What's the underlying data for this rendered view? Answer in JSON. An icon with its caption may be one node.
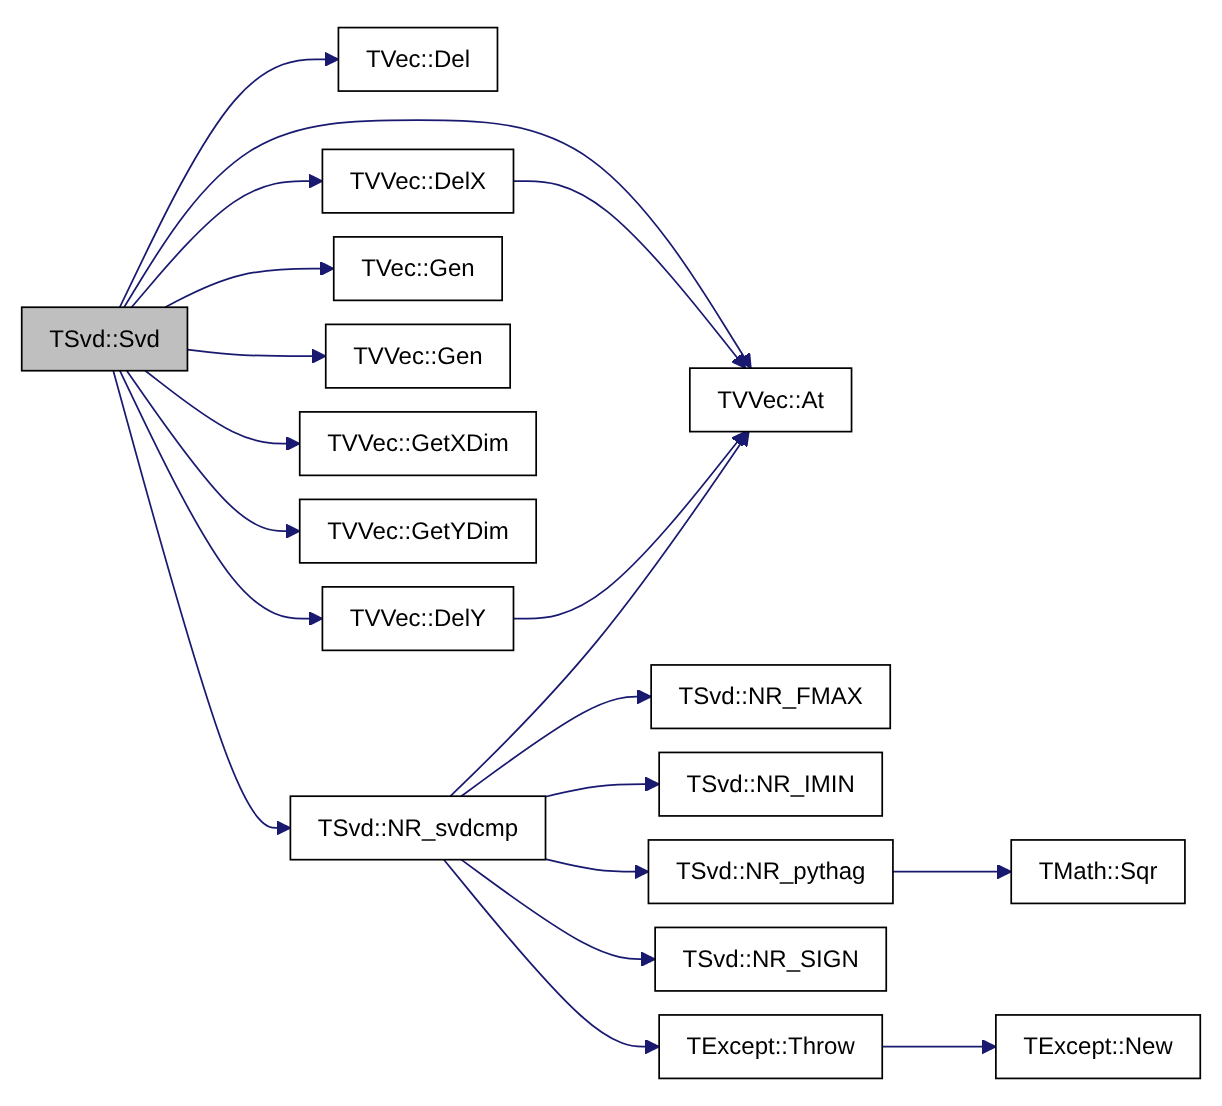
{
  "diagram": {
    "nodes": [
      {
        "text": [
          "TSvd::Svd"
        ]
      },
      {
        "text": [
          "TVec::Del"
        ]
      },
      {
        "text": [
          "TVVec::DelX"
        ]
      },
      {
        "text": [
          "TVVec::DelY"
        ]
      },
      {
        "text": [
          "TVec::Gen"
        ]
      },
      {
        "text": [
          "TVVec::Gen"
        ]
      },
      {
        "text": [
          "TVVec::GetXDim"
        ]
      },
      {
        "text": [
          "TVVec::GetYDim"
        ]
      },
      {
        "text": [
          "TSvd::NR_svdcmp"
        ]
      },
      {
        "text": [
          "TVVec::At"
        ]
      },
      {
        "text": [
          "TSvd::NR_FMAX"
        ]
      },
      {
        "text": [
          "TSvd::NR_IMIN"
        ]
      },
      {
        "text": [
          "TSvd::NR_pythag"
        ]
      },
      {
        "text": [
          "TSvd::NR_SIGN"
        ]
      },
      {
        "text": [
          "TExcept::Throw"
        ]
      },
      {
        "text": [
          "TMath::Sqr"
        ]
      },
      {
        "text": [
          "TExcept::New"
        ]
      }
    ],
    "edges": [
      {
        "from": 0,
        "to": 9,
        "arrow": "to"
      },
      {
        "from": 0,
        "to": 1,
        "arrow": "to"
      },
      {
        "from": 0,
        "to": 2,
        "arrow": "to"
      },
      {
        "from": 0,
        "to": 3,
        "arrow": "to"
      },
      {
        "from": 0,
        "to": 4,
        "arrow": "to"
      },
      {
        "from": 0,
        "to": 5,
        "arrow": "to"
      },
      {
        "from": 0,
        "to": 6,
        "arrow": "to"
      },
      {
        "from": 0,
        "to": 7,
        "arrow": "to"
      },
      {
        "from": 0,
        "to": 8,
        "arrow": "to"
      },
      {
        "from": 2,
        "to": 9,
        "arrow": "to"
      },
      {
        "from": 3,
        "to": 9,
        "arrow": "to"
      },
      {
        "from": 8,
        "to": 9,
        "arrow": "to"
      },
      {
        "from": 8,
        "to": 10,
        "arrow": "to"
      },
      {
        "from": 8,
        "to": 11,
        "arrow": "to"
      },
      {
        "from": 8,
        "to": 12,
        "arrow": "to"
      },
      {
        "from": 8,
        "to": 13,
        "arrow": "to"
      },
      {
        "from": 8,
        "to": 14,
        "arrow": "to"
      },
      {
        "from": 12,
        "to": 15,
        "arrow": "to"
      },
      {
        "from": 14,
        "to": 16,
        "arrow": "to"
      }
    ]
  }
}
